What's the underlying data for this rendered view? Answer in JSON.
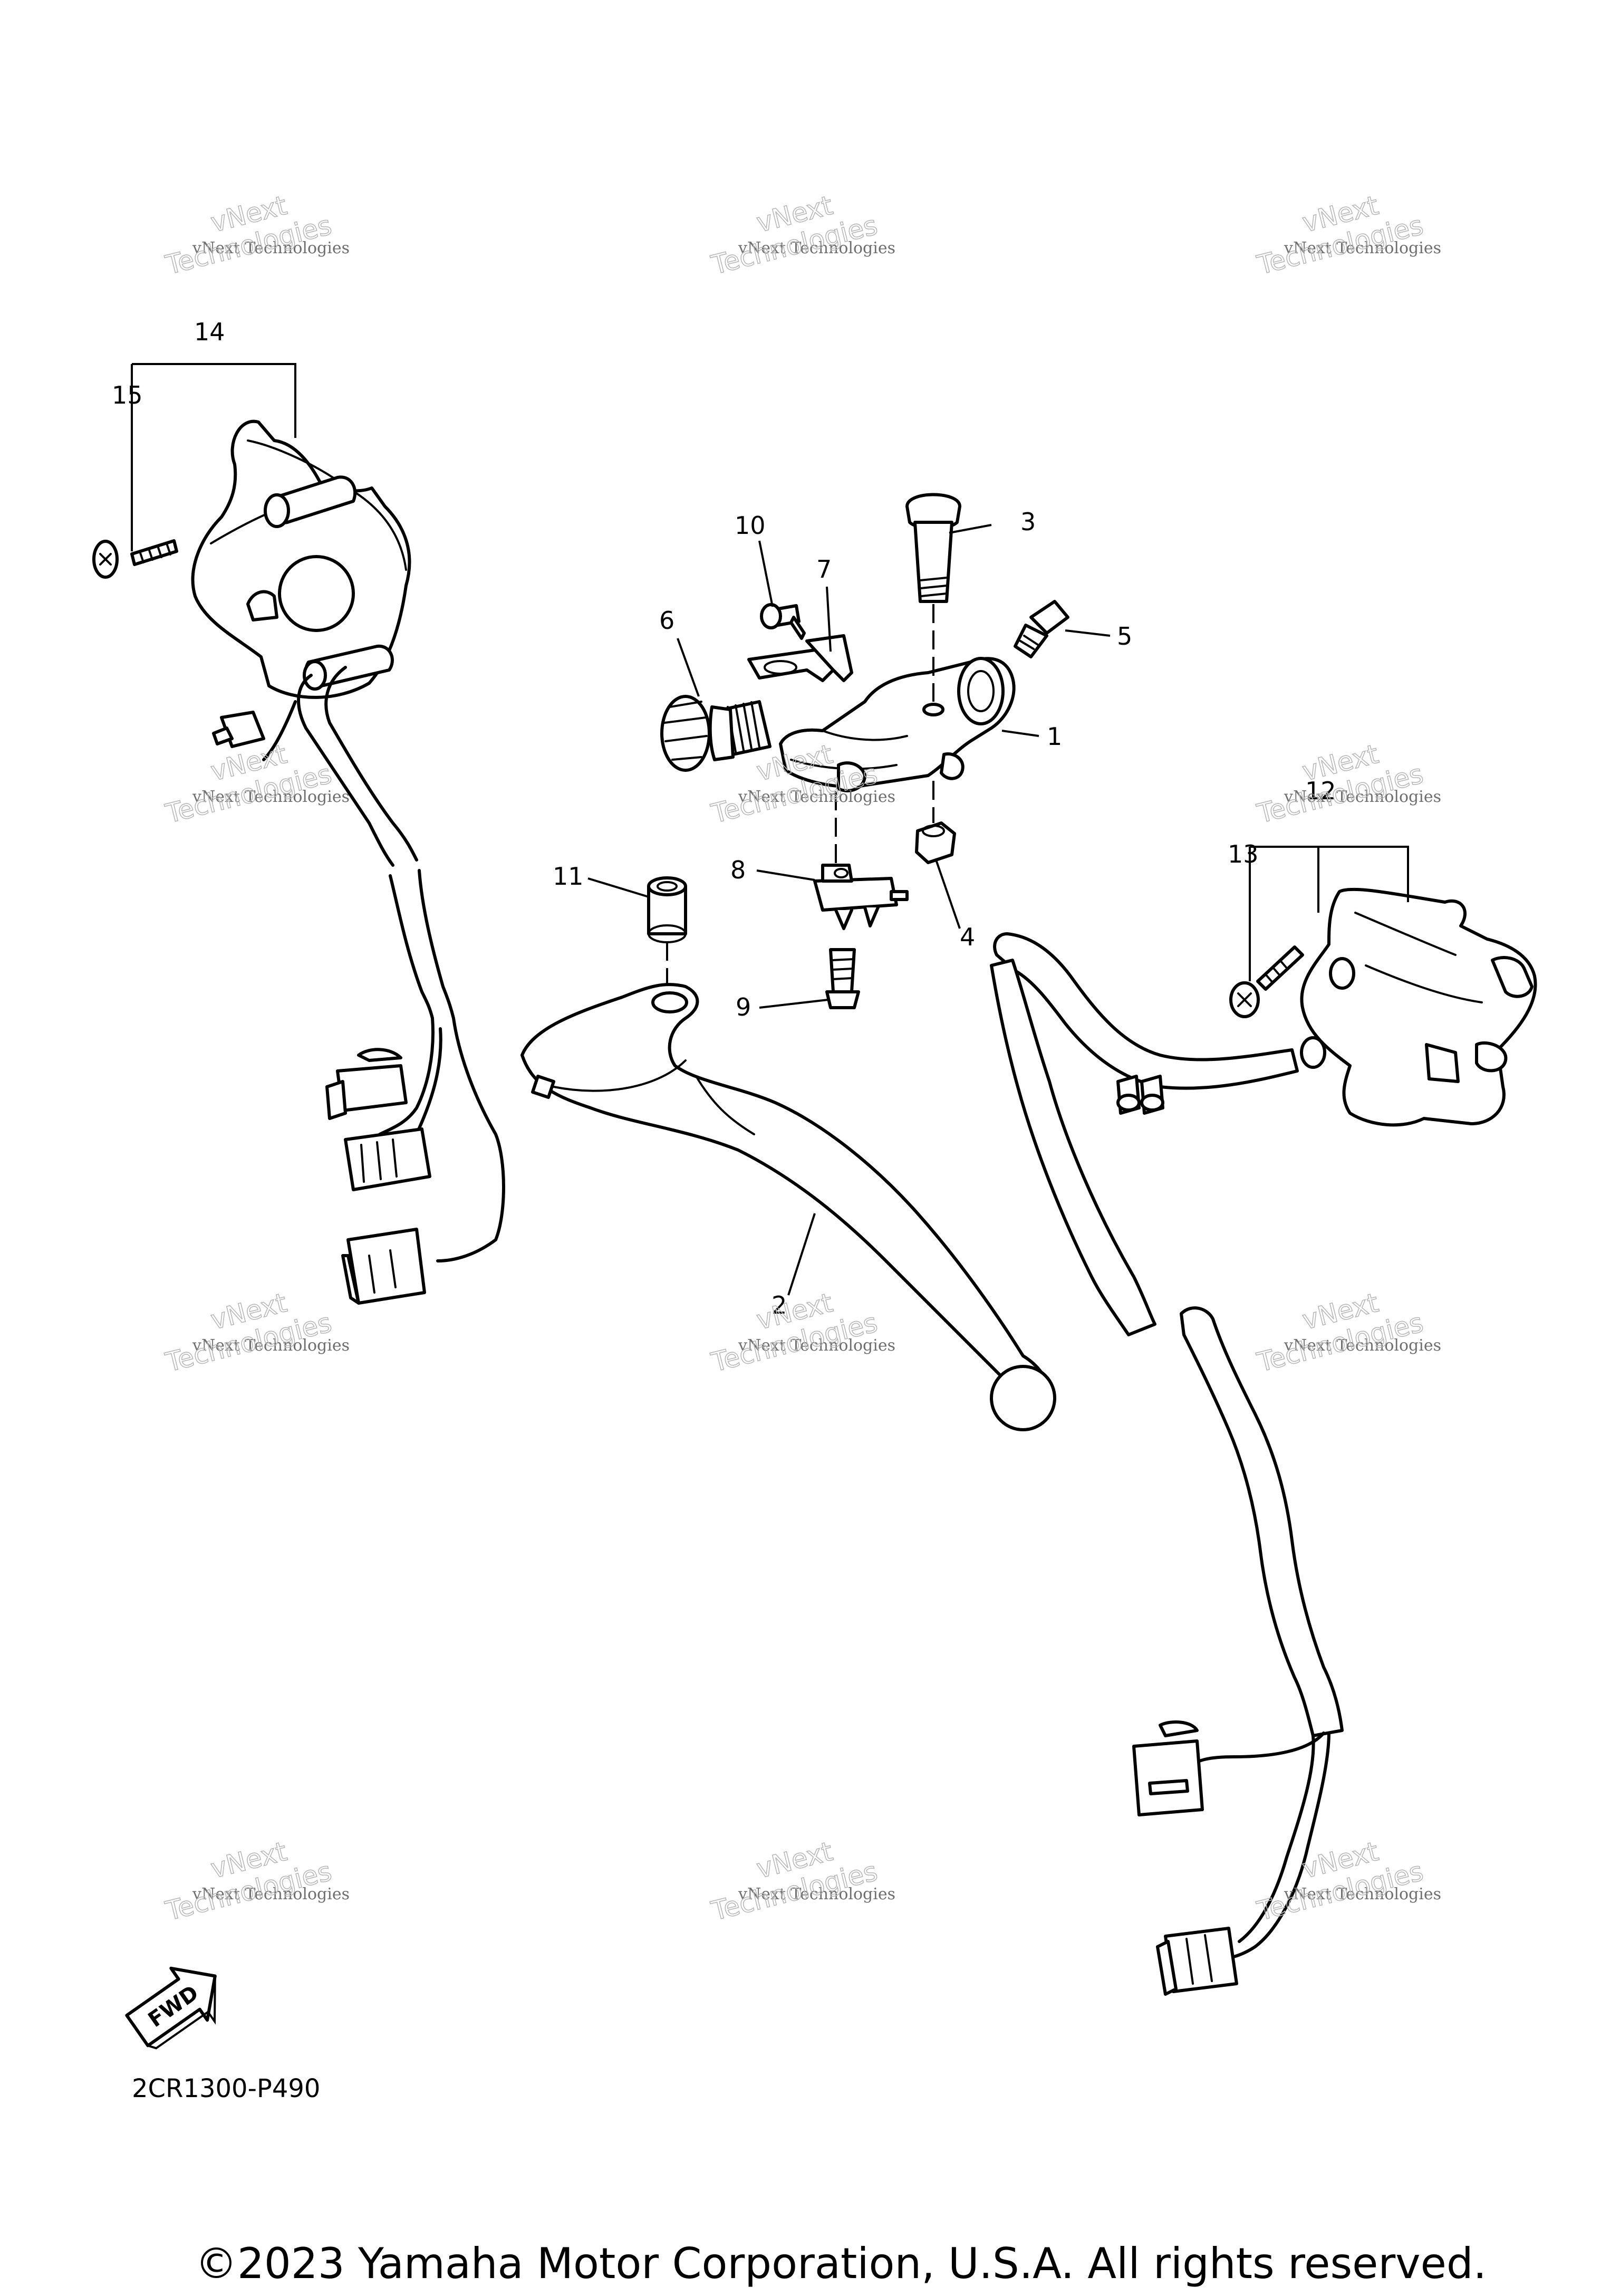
{
  "diagram": {
    "callouts": [
      "1",
      "2",
      "3",
      "4",
      "5",
      "6",
      "7",
      "8",
      "9",
      "10",
      "11",
      "12",
      "13",
      "14",
      "15"
    ],
    "watermark": {
      "line1": "vNext Technologies",
      "line2": "vNext",
      "line3": "Technologies"
    },
    "forward_label": "FWD",
    "diagram_code": "2CR1300-P490",
    "copyright": "©2023 Yamaha Motor Corporation, U.S.A. All rights reserved."
  }
}
